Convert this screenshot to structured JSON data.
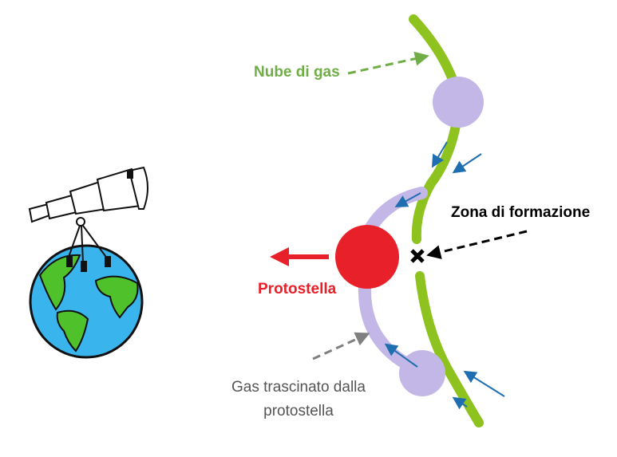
{
  "labels": {
    "cloud": "Nube di gas",
    "formation_zone": "Zona di formazione",
    "protostar": "Protostella",
    "dragged_gas_line1": "Gas trascinato dalla",
    "dragged_gas_line2": "protostella"
  },
  "colors": {
    "cloud": "#8dc21f",
    "protostar": "#e8202a",
    "dragged_gas": "#c3b7e8",
    "flow_arrows": "#1f6fb0",
    "gray_text": "#555555",
    "earth_ocean": "#3ab4ec",
    "earth_land": "#4fc12a"
  }
}
